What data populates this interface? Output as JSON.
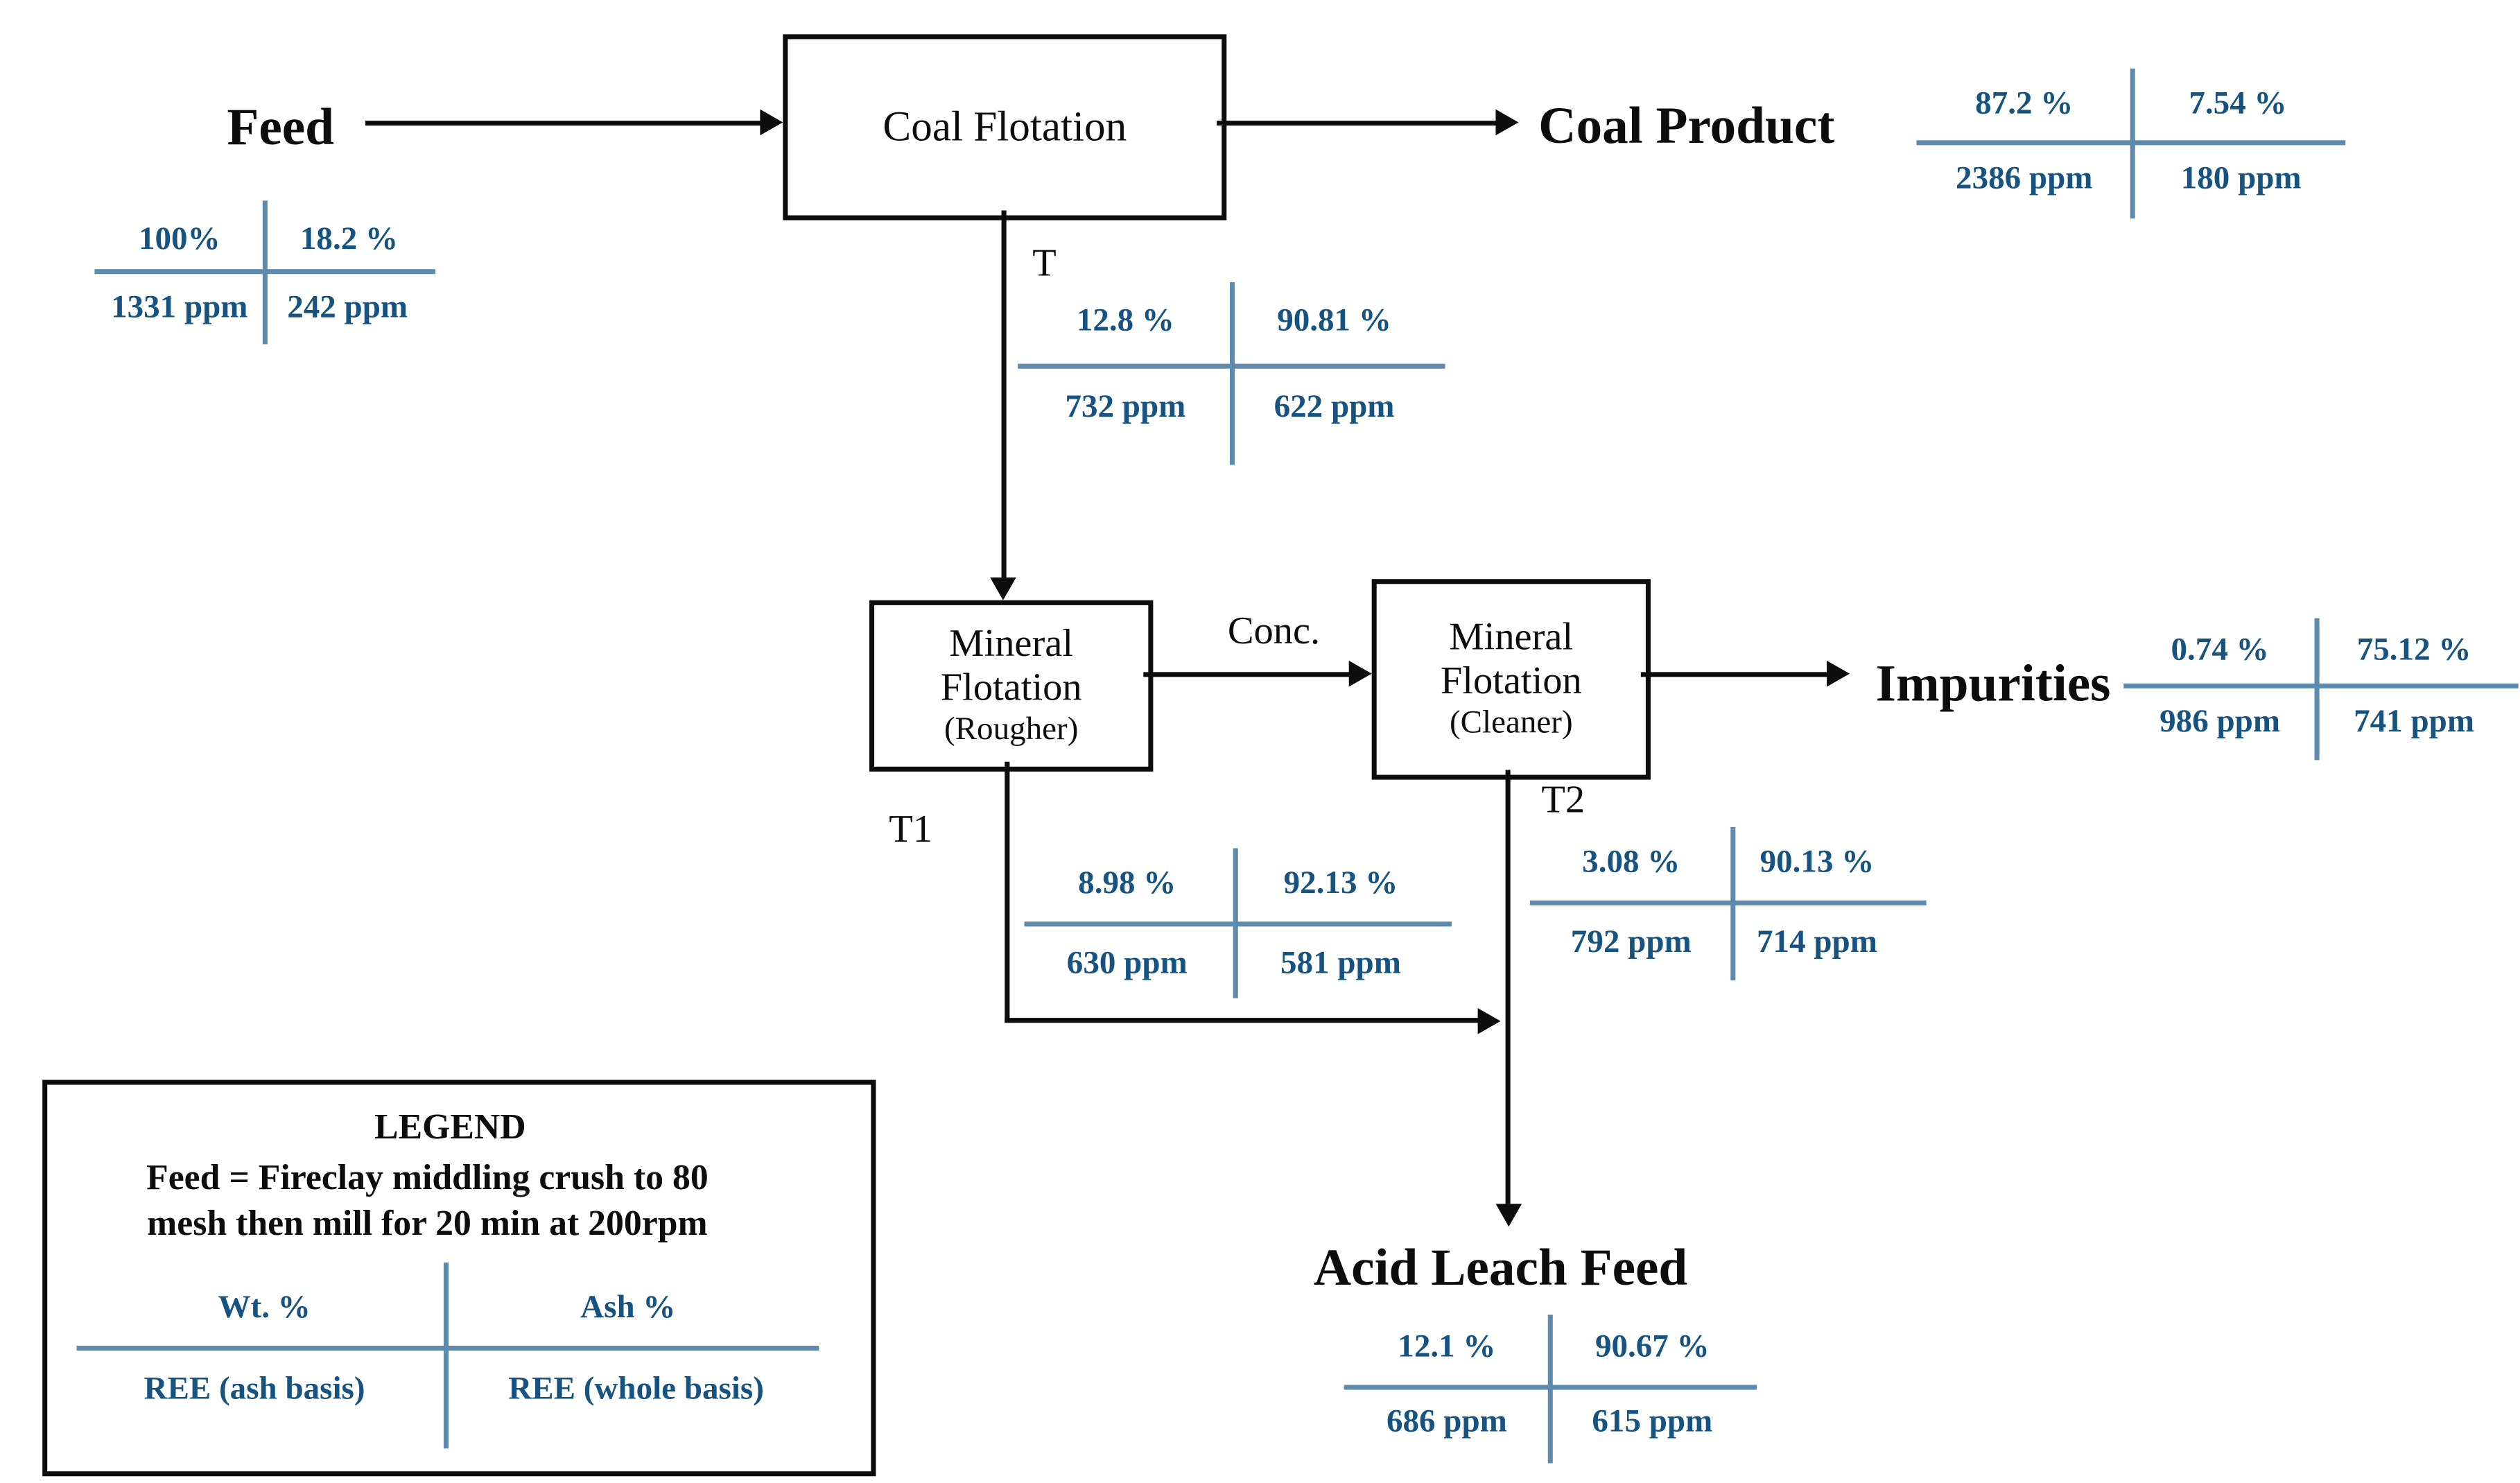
{
  "diagram": {
    "nodes": {
      "feed": "Feed",
      "coal_flotation": "Coal Flotation",
      "coal_product": "Coal Product",
      "rougher": {
        "line1": "Mineral",
        "line2": "Flotation",
        "line3": "(Rougher)"
      },
      "cleaner": {
        "line1": "Mineral",
        "line2": "Flotation",
        "line3": "(Cleaner)"
      },
      "impurities": "Impurities",
      "acid_leach_feed": "Acid Leach Feed"
    },
    "streams": {
      "t": "T",
      "t1": "T1",
      "t2": "T2",
      "conc": "Conc."
    },
    "crosses": {
      "feed": {
        "wt": "100%",
        "ash": "18.2 %",
        "ree_ash": "1331 ppm",
        "ree_whole": "242 ppm"
      },
      "coal_product": {
        "wt": "87.2 %",
        "ash": "7.54 %",
        "ree_ash": "2386 ppm",
        "ree_whole": "180 ppm"
      },
      "t": {
        "wt": "12.8 %",
        "ash": "90.81 %",
        "ree_ash": "732 ppm",
        "ree_whole": "622 ppm"
      },
      "impurities": {
        "wt": "0.74 %",
        "ash": "75.12 %",
        "ree_ash": "986 ppm",
        "ree_whole": "741 ppm"
      },
      "t1": {
        "wt": "8.98 %",
        "ash": "92.13 %",
        "ree_ash": "630 ppm",
        "ree_whole": "581 ppm"
      },
      "t2": {
        "wt": "3.08 %",
        "ash": "90.13 %",
        "ree_ash": "792 ppm",
        "ree_whole": "714  ppm"
      },
      "acid_leach_feed": {
        "wt": "12.1 %",
        "ash": "90.67 %",
        "ree_ash": "686 ppm",
        "ree_whole": "615  ppm"
      }
    },
    "legend": {
      "title": "LEGEND",
      "line1": "Feed = Fireclay middling crush to 80",
      "line2": "mesh then mill for 20 min at 200rpm",
      "key": {
        "wt": "Wt. %",
        "ash": "Ash %",
        "ree_ash": "REE (ash basis)",
        "ree_whole": "REE (whole basis)"
      }
    },
    "colors": {
      "data_text": "#175380",
      "cross_line": "#5e8aad",
      "flow_line": "#0d0d0d"
    }
  }
}
